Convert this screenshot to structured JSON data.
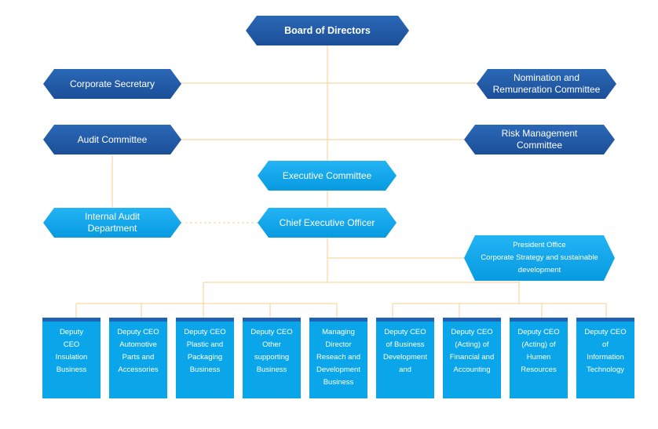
{
  "board": "Board of Directors",
  "corporate_secretary": "Corporate Secretary",
  "nomination": "Nomination and\nRemuneration Committee",
  "audit_committee": "Audit Committee",
  "risk_management": "Risk Management\nCommittee",
  "executive_committee": "Executive Committee",
  "internal_audit": "Internal Audit\nDepartment",
  "ceo": "Chief Executive Officer",
  "president_office": "President Office\nCorporate Strategy and sustainable\ndevelopment",
  "deputies": [
    "Deputy\nCEO\nInsulation\nBusiness",
    "Deputy CEO\nAutomotive\nParts and\nAccessories",
    "Deputy CEO\nPlastic and\nPackaging\nBusiness",
    "Deputy CEO\nOther\nsupporting\nBusiness",
    "Managing\nDirector\nReseach and\nDevelopment\nBusiness",
    "Deputy CEO\nof Business\nDevelopment\nand",
    "Deputy CEO\n(Acting) of\nFinancial and\nAccounting",
    "Deputy CEO\n(Acting) of\nHumen\nResources",
    "Deputy CEO\nof\nInformation\nTechnology"
  ],
  "colors": {
    "dark": "#1c4f98",
    "light": "#0ba6ea",
    "box_top": "#1f63b5",
    "connector": "#f5cf96"
  }
}
